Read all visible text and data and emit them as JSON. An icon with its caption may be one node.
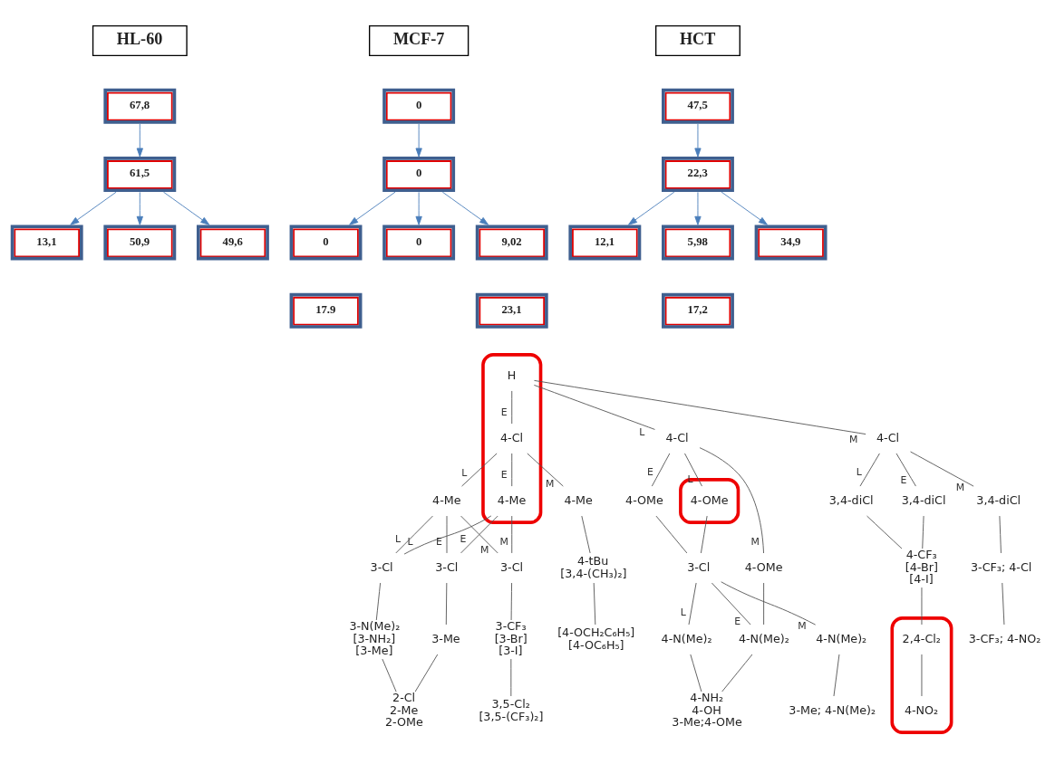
{
  "diagram": {
    "nodes": [
      {
        "text": [
          "HL-60"
        ]
      },
      {
        "text": [
          "MCF-7"
        ]
      },
      {
        "text": [
          "HCT"
        ]
      },
      {
        "text": [
          "67,8"
        ]
      },
      {
        "text": [
          "0"
        ]
      },
      {
        "text": [
          "47,5"
        ]
      },
      {
        "text": [
          "61,5"
        ]
      },
      {
        "text": [
          "0"
        ]
      },
      {
        "text": [
          "22,3"
        ]
      },
      {
        "text": [
          "13,1"
        ]
      },
      {
        "text": [
          "50,9"
        ]
      },
      {
        "text": [
          "49,6"
        ]
      },
      {
        "text": [
          "0"
        ]
      },
      {
        "text": [
          "0"
        ]
      },
      {
        "text": [
          "9,02"
        ]
      },
      {
        "text": [
          "12,1"
        ]
      },
      {
        "text": [
          "5,98"
        ]
      },
      {
        "text": [
          "34,9"
        ]
      },
      {
        "text": [
          "17.9"
        ]
      },
      {
        "text": [
          "23,1"
        ]
      },
      {
        "text": [
          "17,2"
        ]
      },
      {
        "text": [],
        "shape": "box"
      },
      {
        "text": [
          "H"
        ],
        "in": 21
      },
      {
        "text": [
          "4-Cl"
        ]
      },
      {
        "text": [
          "4-Cl"
        ],
        "in": 21
      },
      {
        "text": [
          "4-Cl"
        ]
      },
      {
        "text": [],
        "shape": "box"
      },
      {
        "text": [
          "4-OMe"
        ],
        "in": 26
      },
      {
        "text": [
          "4-OMe"
        ]
      },
      {
        "text": [
          "4-OMe"
        ]
      },
      {
        "text": [
          "4-Me"
        ]
      },
      {
        "text": [
          "4-Me"
        ],
        "in": 21
      },
      {
        "text": [
          "4-Me"
        ]
      },
      {
        "text": [
          "3,4-diCl"
        ]
      },
      {
        "text": [
          "3,4-diCl"
        ]
      },
      {
        "text": [
          "3,4-diCl"
        ]
      },
      {
        "text": [
          "3-Cl"
        ]
      },
      {
        "text": [
          "4-tBu",
          "[3,4-(CH₃)₂]"
        ]
      },
      {
        "text": [
          "4-CF₃",
          "[4-Br]",
          "[4-I]"
        ]
      },
      {
        "text": [
          "3-CF₃; 4-Cl"
        ]
      },
      {
        "text": [
          "3-Cl"
        ]
      },
      {
        "text": [
          "3-Cl"
        ]
      },
      {
        "text": [
          "3-Cl"
        ]
      },
      {
        "text": [
          "4-N(Me)₂"
        ]
      },
      {
        "text": [
          "4-N(Me)₂"
        ]
      },
      {
        "text": [
          "4-N(Me)₂"
        ]
      },
      {
        "text": [
          "3-N(Me)₂",
          "[3-NH₂]",
          "[3-Me]"
        ]
      },
      {
        "text": [
          "3-Me"
        ]
      },
      {
        "text": [
          "3-CF₃",
          "[3-Br]",
          "[3-I]"
        ]
      },
      {
        "text": [
          "[4-OCH₂C₆H₅]",
          "[4-OC₆H₅]"
        ]
      },
      {
        "text": [
          "3-CF₃; 4-NO₂"
        ]
      },
      {
        "text": [],
        "shape": "box"
      },
      {
        "text": [
          "2,4-Cl₂"
        ],
        "in": 51
      },
      {
        "text": [
          "4-NO₂"
        ],
        "in": 51
      },
      {
        "text": [
          "3-Me; 4-N(Me)₂"
        ]
      },
      {
        "text": [
          "4-NH₂",
          "4-OH",
          "3-Me;4-OMe"
        ]
      },
      {
        "text": [
          "2-Cl",
          "2-Me",
          "2-OMe"
        ]
      },
      {
        "text": [
          "3,5-Cl₂",
          "[3,5-(CF₃)₂]"
        ]
      }
    ],
    "edges": [
      {
        "from": 3,
        "to": 6,
        "arrow": "to",
        "color": "#4a7ebb"
      },
      {
        "from": 6,
        "to": 9,
        "arrow": "to",
        "color": "#4a7ebb"
      },
      {
        "from": 6,
        "to": 10,
        "arrow": "to",
        "color": "#4a7ebb"
      },
      {
        "from": 6,
        "to": 11,
        "arrow": "to",
        "color": "#4a7ebb"
      },
      {
        "from": 4,
        "to": 7,
        "arrow": "to",
        "color": "#4a7ebb"
      },
      {
        "from": 7,
        "to": 12,
        "arrow": "to",
        "color": "#4a7ebb"
      },
      {
        "from": 7,
        "to": 13,
        "arrow": "to",
        "color": "#4a7ebb"
      },
      {
        "from": 7,
        "to": 14,
        "arrow": "to",
        "color": "#4a7ebb"
      },
      {
        "from": 5,
        "to": 8,
        "arrow": "to",
        "color": "#4a7ebb"
      },
      {
        "from": 8,
        "to": 15,
        "arrow": "to",
        "color": "#4a7ebb"
      },
      {
        "from": 8,
        "to": 16,
        "arrow": "to",
        "color": "#4a7ebb"
      },
      {
        "from": 8,
        "to": 17,
        "arrow": "to",
        "color": "#4a7ebb"
      },
      {
        "from": 22,
        "to": 23,
        "arrow": "none",
        "label": "L"
      },
      {
        "from": 22,
        "to": 24,
        "arrow": "none",
        "label": "E"
      },
      {
        "from": 22,
        "to": 25,
        "arrow": "none",
        "label": "M"
      },
      {
        "from": 23,
        "to": 27,
        "arrow": "none",
        "label": "L"
      },
      {
        "from": 23,
        "to": 28,
        "arrow": "none",
        "label": "E"
      },
      {
        "from": 23,
        "to": 29,
        "arrow": "none",
        "label": "M"
      },
      {
        "from": 24,
        "to": 30,
        "arrow": "none",
        "label": "L"
      },
      {
        "from": 24,
        "to": 31,
        "arrow": "none",
        "label": "E"
      },
      {
        "from": 24,
        "to": 32,
        "arrow": "none",
        "label": "M"
      },
      {
        "from": 25,
        "to": 33,
        "arrow": "none",
        "label": "L"
      },
      {
        "from": 25,
        "to": 34,
        "arrow": "none",
        "label": "E"
      },
      {
        "from": 25,
        "to": 35,
        "arrow": "none",
        "label": "M"
      },
      {
        "from": 27,
        "to": 36,
        "arrow": "none"
      },
      {
        "from": 28,
        "to": 36,
        "arrow": "none"
      },
      {
        "from": 36,
        "to": 43,
        "arrow": "none",
        "label": "L"
      },
      {
        "from": 36,
        "to": 44,
        "arrow": "none",
        "label": "E"
      },
      {
        "from": 36,
        "to": 45,
        "arrow": "none",
        "label": "M"
      },
      {
        "from": 29,
        "to": 44,
        "arrow": "none"
      },
      {
        "from": 43,
        "to": 55,
        "arrow": "none"
      },
      {
        "from": 44,
        "to": 55,
        "arrow": "none"
      },
      {
        "from": 45,
        "to": 54,
        "arrow": "none"
      },
      {
        "from": 30,
        "to": 40,
        "arrow": "none",
        "label": "L"
      },
      {
        "from": 30,
        "to": 41,
        "arrow": "none",
        "label": "E"
      },
      {
        "from": 30,
        "to": 42,
        "arrow": "none",
        "label": "M"
      },
      {
        "from": 31,
        "to": 40,
        "arrow": "none",
        "label": "L"
      },
      {
        "from": 31,
        "to": 41,
        "arrow": "none",
        "label": "E"
      },
      {
        "from": 31,
        "to": 42,
        "arrow": "none",
        "label": "M"
      },
      {
        "from": 40,
        "to": 46,
        "arrow": "none"
      },
      {
        "from": 41,
        "to": 47,
        "arrow": "none"
      },
      {
        "from": 46,
        "to": 56,
        "arrow": "none"
      },
      {
        "from": 47,
        "to": 56,
        "arrow": "none"
      },
      {
        "from": 42,
        "to": 48,
        "arrow": "none"
      },
      {
        "from": 48,
        "to": 57,
        "arrow": "none"
      },
      {
        "from": 32,
        "to": 37,
        "arrow": "none"
      },
      {
        "from": 37,
        "to": 49,
        "arrow": "none"
      },
      {
        "from": 33,
        "to": 38,
        "arrow": "none"
      },
      {
        "from": 34,
        "to": 38,
        "arrow": "none"
      },
      {
        "from": 38,
        "to": 52,
        "arrow": "none"
      },
      {
        "from": 52,
        "to": 53,
        "arrow": "none"
      },
      {
        "from": 35,
        "to": 39,
        "arrow": "none"
      },
      {
        "from": 39,
        "to": 50,
        "arrow": "none"
      }
    ]
  }
}
